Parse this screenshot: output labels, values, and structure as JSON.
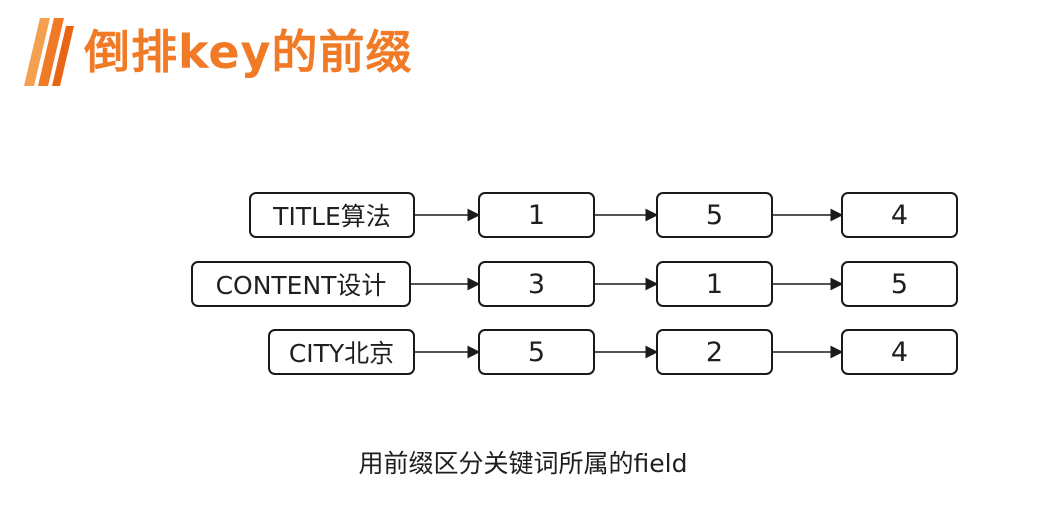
{
  "header": {
    "title": "倒排key的前缀",
    "accent_color": "#f07a26",
    "logo_icon": "orange-diagonal-stripes-icon"
  },
  "diagram": {
    "rows": [
      {
        "key": "TITLE算法",
        "postings": [
          "1",
          "5",
          "4"
        ]
      },
      {
        "key": "CONTENT设计",
        "postings": [
          "3",
          "1",
          "5"
        ]
      },
      {
        "key": "CITY北京",
        "postings": [
          "5",
          "2",
          "4"
        ]
      }
    ],
    "caption": "用前缀区分关键词所属的field"
  }
}
